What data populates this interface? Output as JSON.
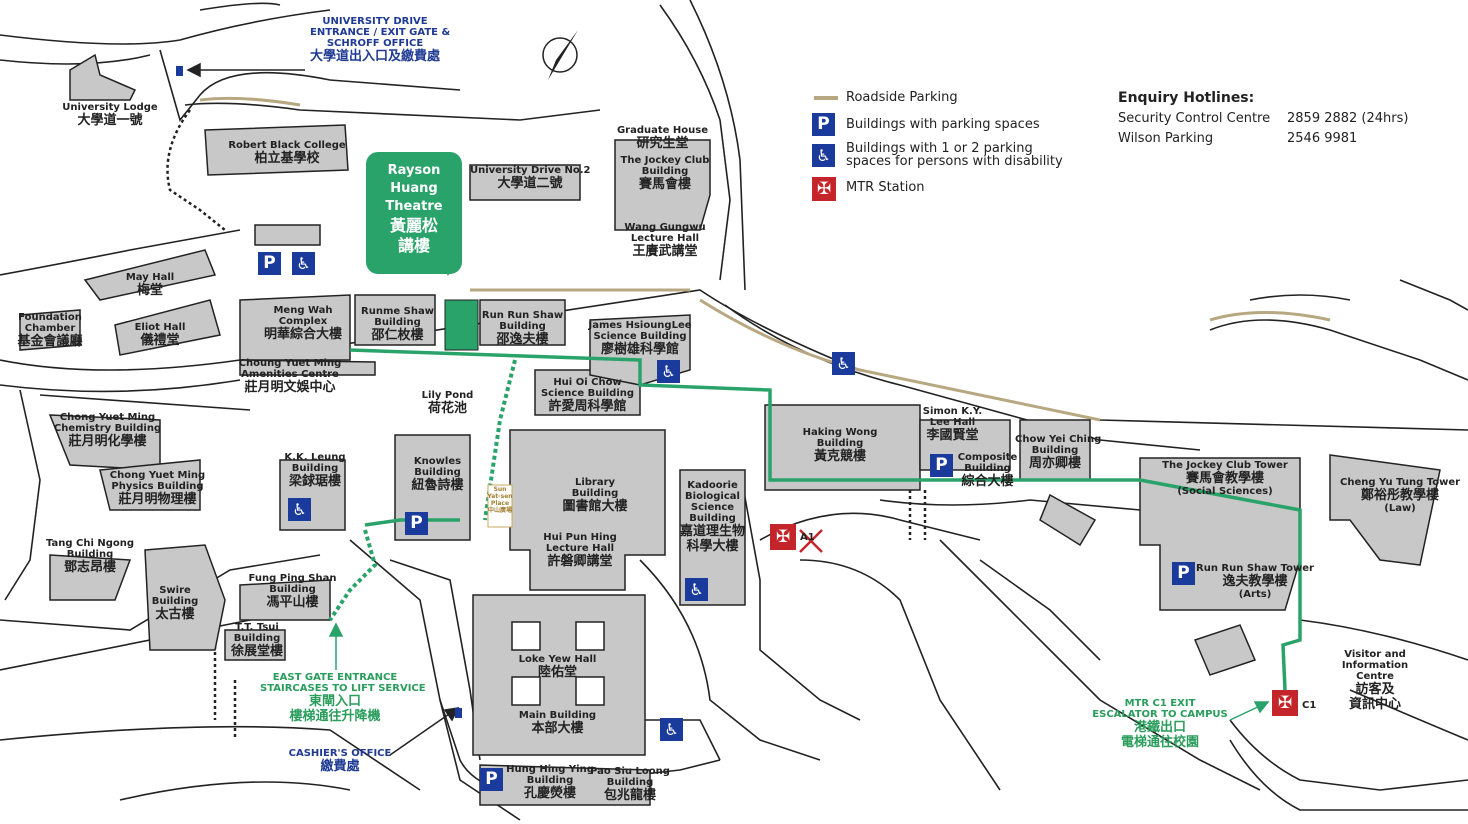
{
  "legend": {
    "roadside_parking": "Roadside Parking",
    "parking": "Buildings with parking spaces",
    "disabled_line1": "Buildings with 1 or 2 parking",
    "disabled_line2": "spaces for persons with disability",
    "mtr": "MTR Station"
  },
  "enquiry": {
    "title": "Enquiry Hotlines:",
    "rows": [
      {
        "name": "Security Control Centre",
        "number": "2859 2882 (24hrs)"
      },
      {
        "name": "Wilson Parking",
        "number": "2546 9981"
      }
    ]
  },
  "highlight": {
    "en1": "Rayson",
    "en2": "Huang",
    "en3": "Theatre",
    "cn1": "黃麗松",
    "cn2": "講樓"
  },
  "gate_top": {
    "en1": "UNIVERSITY DRIVE",
    "en2": "ENTRANCE / EXIT GATE &",
    "en3": "SCHROFF OFFICE",
    "cn": "大學道出入口及繳費處"
  },
  "east_gate": {
    "en1": "EAST GATE ENTRANCE",
    "en2": "STAIRCASES TO LIFT SERVICE",
    "cn1": "東閘入口",
    "cn2": "樓梯通往升降機"
  },
  "cashier": {
    "en": "CASHIER'S OFFICE",
    "cn": "繳費處"
  },
  "mtr_exit": {
    "en1": "MTR C1 EXIT",
    "en2": "ESCALATOR TO CAMPUS",
    "cn1": "港鐵出口",
    "cn2": "電梯通往校園"
  },
  "mtr_labels": {
    "a1": "A1",
    "c1": "C1"
  },
  "sun_yat_sen": {
    "en1": "Sun",
    "en2": "Yat-sen",
    "en3": "Place",
    "cn": "中山廣場"
  },
  "colors": {
    "building": "#c8c8c8",
    "outline": "#222222",
    "route": "#2aa36a",
    "navy": "#1a3a9c",
    "mtr": "#c4252b"
  },
  "labels": [
    {
      "id": "university-lodge",
      "en": [
        "University Lodge"
      ],
      "cn": "大學道一號"
    },
    {
      "id": "robert-black",
      "en": [
        "Robert Black College"
      ],
      "cn": "柏立基學校"
    },
    {
      "id": "may-hall",
      "en": [
        "May Hall"
      ],
      "cn": "梅堂"
    },
    {
      "id": "eliot-hall",
      "en": [
        "Eliot Hall"
      ],
      "cn": "儀禮堂"
    },
    {
      "id": "foundation-chamber",
      "en": [
        "Foundation",
        "Chamber"
      ],
      "cn": "基金會議廳"
    },
    {
      "id": "meng-wah",
      "en": [
        "Meng Wah",
        "Complex"
      ],
      "cn": "明華綜合大樓"
    },
    {
      "id": "runme-shaw",
      "en": [
        "Runme Shaw",
        "Building"
      ],
      "cn": "邵仁枚樓"
    },
    {
      "id": "run-run-shaw-bldg",
      "en": [
        "Run Run Shaw",
        "Building"
      ],
      "cn": "邵逸夫樓"
    },
    {
      "id": "chong-yuet-ming-amenities",
      "en": [
        "Choung Yuet Ming",
        "Amenities Centre"
      ],
      "cn": "莊月明文娛中心"
    },
    {
      "id": "lily-pond",
      "en": [
        "Lily Pond"
      ],
      "cn": "荷花池"
    },
    {
      "id": "hui-oi-chow",
      "en": [
        "Hui Oi Chow",
        "Science Building"
      ],
      "cn": "許愛周科學館"
    },
    {
      "id": "james-lee",
      "en": [
        "James HsioungLee",
        "Science Building"
      ],
      "cn": "廖樹雄科學館"
    },
    {
      "id": "university-drive-2",
      "en": [
        "University Drive No.2"
      ],
      "cn": "大學道二號"
    },
    {
      "id": "graduate-house",
      "en": [
        "Graduate House"
      ],
      "cn": "研究生堂"
    },
    {
      "id": "jockey-club-bldg",
      "en": [
        "The Jockey Club",
        "Building"
      ],
      "cn": "賽馬會樓"
    },
    {
      "id": "wang-gungwu",
      "en": [
        "Wang Gungwu",
        "Lecture Hall"
      ],
      "cn": "王賡武講堂"
    },
    {
      "id": "chong-yuet-ming-chem",
      "en": [
        "Chong Yuet Ming",
        "Chemistry Building"
      ],
      "cn": "莊月明化學樓"
    },
    {
      "id": "chong-yuet-ming-phys",
      "en": [
        "Chong Yuet Ming",
        "Physics Building"
      ],
      "cn": "莊月明物理樓"
    },
    {
      "id": "kk-leung",
      "en": [
        "K.K. Leung",
        "Building"
      ],
      "cn": "梁銶琚樓"
    },
    {
      "id": "knowles",
      "en": [
        "Knowles",
        "Building"
      ],
      "cn": "紐魯詩樓"
    },
    {
      "id": "library",
      "en": [
        "Library",
        "Building"
      ],
      "cn": "圖書館大樓"
    },
    {
      "id": "hui-pun-hing",
      "en": [
        "Hui Pun Hing",
        "Lecture Hall"
      ],
      "cn": "許磐卿講堂"
    },
    {
      "id": "kadoorie",
      "en": [
        "Kadoorie",
        "Biological",
        "Science",
        "Building"
      ],
      "cn": "嘉道理生物",
      "cn2": "科學大樓"
    },
    {
      "id": "haking-wong",
      "en": [
        "Haking Wong",
        "Building"
      ],
      "cn": "黃克競樓"
    },
    {
      "id": "simon-lee",
      "en": [
        "Simon K.Y.",
        "Lee Hall"
      ],
      "cn": "李國賢堂"
    },
    {
      "id": "composite",
      "en": [
        "Composite",
        "Building"
      ],
      "cn": "綜合大樓"
    },
    {
      "id": "chow-yei-ching",
      "en": [
        "Chow Yei Ching",
        "Building"
      ],
      "cn": "周亦卿樓"
    },
    {
      "id": "jockey-club-tower",
      "en": [
        "The Jockey Club Tower"
      ],
      "cn": "賽馬會教學樓",
      "en2": "(Social Sciences)"
    },
    {
      "id": "cheng-yu-tung",
      "en": [
        "Cheng Yu Tung Tower"
      ],
      "cn": "鄭裕彤教學樓",
      "en2": "(Law)"
    },
    {
      "id": "run-run-shaw-tower",
      "en": [
        "Run Run Shaw Tower"
      ],
      "cn": "逸夫教學樓",
      "en2": "(Arts)"
    },
    {
      "id": "visitor-centre",
      "en": [
        "Visitor and",
        "Information",
        "Centre"
      ],
      "cn": "訪客及",
      "cn2": "資訊中心"
    },
    {
      "id": "tang-chi-ngong",
      "en": [
        "Tang Chi Ngong",
        "Building"
      ],
      "cn": "鄧志昂樓"
    },
    {
      "id": "swire",
      "en": [
        "Swire",
        "Building"
      ],
      "cn": "太古樓"
    },
    {
      "id": "fung-ping-shan",
      "en": [
        "Fung Ping Shan",
        "Building"
      ],
      "cn": "馮平山樓"
    },
    {
      "id": "tt-tsui",
      "en": [
        "T.T. Tsui",
        "Building"
      ],
      "cn": "徐展堂樓"
    },
    {
      "id": "loke-yew",
      "en": [
        "Loke Yew Hall"
      ],
      "cn": "陸佑堂"
    },
    {
      "id": "main-building",
      "en": [
        "Main Building"
      ],
      "cn": "本部大樓"
    },
    {
      "id": "hung-hing-ying",
      "en": [
        "Hung Hing Ying",
        "Building"
      ],
      "cn": "孔慶熒樓"
    },
    {
      "id": "pao-siu-loong",
      "en": [
        "Pao Siu Loong",
        "Building"
      ],
      "cn": "包兆龍樓"
    }
  ]
}
